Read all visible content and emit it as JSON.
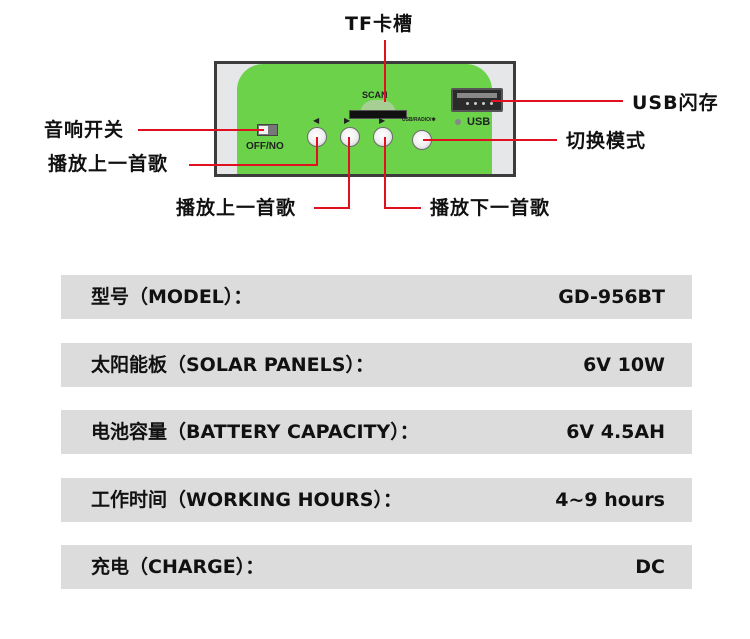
{
  "diagram": {
    "callouts": {
      "tf_slot": "TF卡槽",
      "usb_flash": "USB闪存",
      "speaker_switch": "音响开关",
      "mode_switch": "切换模式",
      "prev_song_left": "播放上一首歌",
      "prev_song_bottom": "播放上一首歌",
      "next_song": "播放下一首歌"
    },
    "panel": {
      "scan_label": "SCAN",
      "usb_label": "USB",
      "switch_label": "OFF/NO",
      "mode_button_label": "USB/RADIO/✱",
      "prev_glyph": "⏮",
      "play_pause_glyph": "⏯",
      "next_glyph": "⏭"
    },
    "colors": {
      "panel_green": "#6bd24a",
      "callout_red": "#e01020",
      "row_bg": "#dcdcdc"
    }
  },
  "specs": [
    {
      "label": "型号（MODEL）：",
      "value": "GD-956BT"
    },
    {
      "label": "太阳能板（SOLAR PANELS）：",
      "value": "6V 10W"
    },
    {
      "label": "电池容量（BATTERY CAPACITY）：",
      "value": "6V 4.5AH"
    },
    {
      "label": "工作时间（WORKING HOURS）：",
      "value": "4~9 hours"
    },
    {
      "label": "充电（CHARGE）：",
      "value": "DC"
    }
  ]
}
